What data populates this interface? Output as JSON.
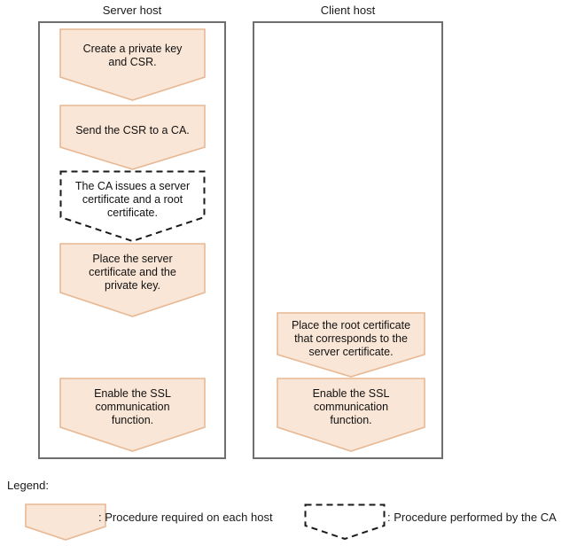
{
  "diagram": {
    "type": "flowchart",
    "title": "",
    "columns": [
      {
        "id": "server-host",
        "title": "Server host",
        "steps": [
          {
            "id": "create-key",
            "label": "Create a private key\nand CSR.",
            "style": "solid"
          },
          {
            "id": "send-csr",
            "label": "Send the CSR to a CA.",
            "style": "solid"
          },
          {
            "id": "ca-issues",
            "label": "The CA issues a server\ncertificate and a root\ncertificate.",
            "style": "dashed"
          },
          {
            "id": "place-server-cert",
            "label": "Place the server\ncertificate and the\nprivate key.",
            "style": "solid"
          },
          {
            "id": "enable-ssl-server",
            "label": "Enable the SSL\ncommunication\nfunction.",
            "style": "solid"
          }
        ]
      },
      {
        "id": "client-host",
        "title": "Client host",
        "steps": [
          {
            "id": "place-root-cert",
            "label": "Place the root certificate\nthat corresponds to the\nserver certificate.",
            "style": "solid"
          },
          {
            "id": "enable-ssl-client",
            "label": "Enable the SSL\ncommunication\nfunction.",
            "style": "solid"
          }
        ]
      }
    ]
  },
  "legend": {
    "title": "Legend:",
    "entries": [
      {
        "id": "solid",
        "style": "solid",
        "text": ": Procedure required on each host"
      },
      {
        "id": "dashed",
        "style": "dashed",
        "text": ": Procedure performed by the CA"
      }
    ]
  },
  "colors": {
    "step_fill": "#FAE6D6",
    "step_stroke": "#E7B894",
    "dashed_stroke": "#1a1a1a",
    "host_border": "#6E6E6E",
    "text": "#1a1a1a",
    "background": "#FFFFFF"
  }
}
